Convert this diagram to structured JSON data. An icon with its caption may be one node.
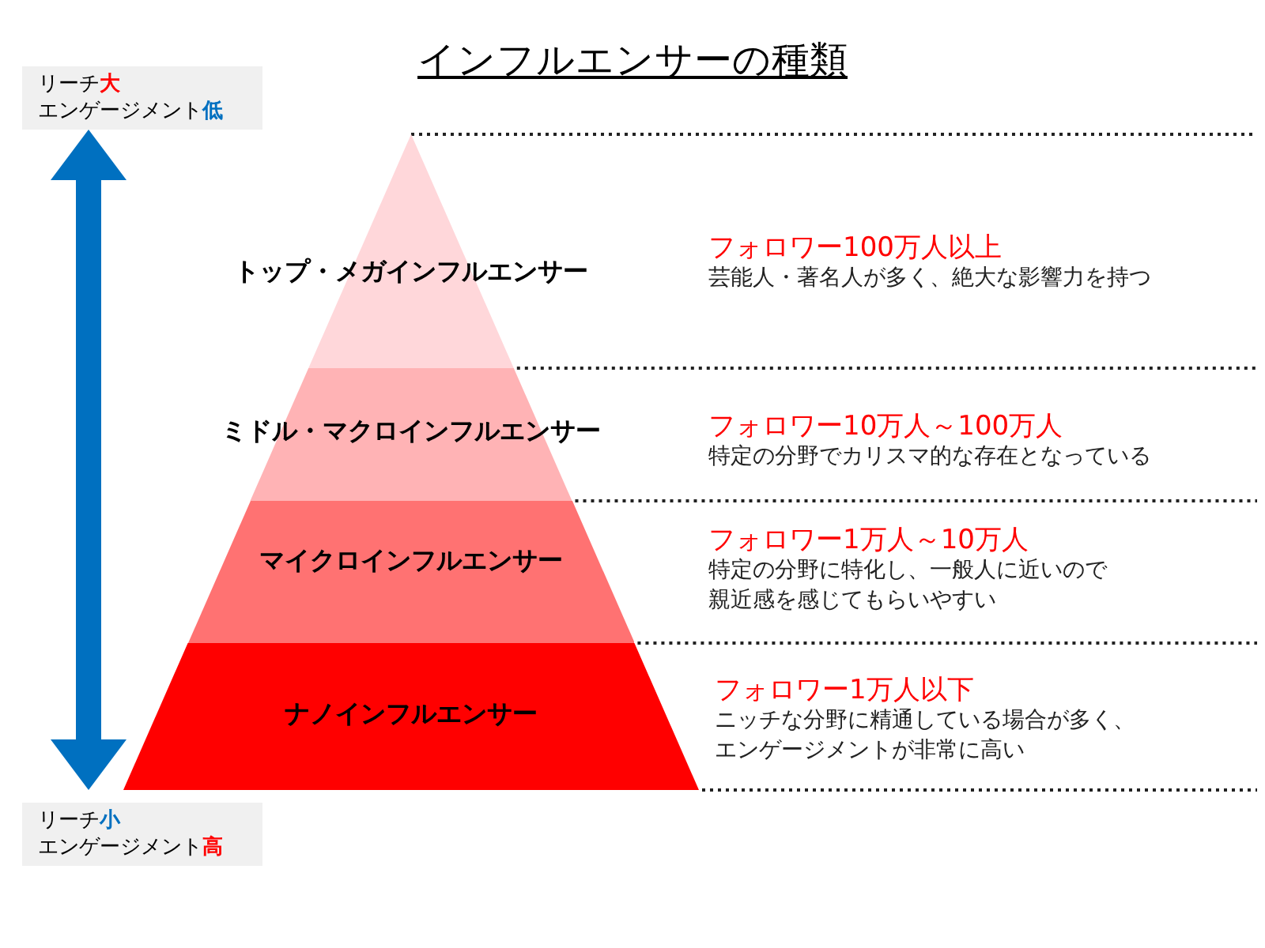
{
  "diagram": {
    "title": "インフルエンサーの種類",
    "nodes": [
      {
        "text": [
          "トップ・メガインフルエンサー"
        ],
        "beside": [
          "フォロワー100万人以上",
          "芸能人・著名人が多く、絶大な影響力を持つ"
        ]
      },
      {
        "text": [
          "ミドル・マクロインフルエンサー"
        ],
        "beside": [
          "フォロワー10万人～100万人",
          "特定の分野でカリスマ的な存在となっている"
        ]
      },
      {
        "text": [
          "マイクロインフルエンサー"
        ],
        "beside": [
          "フォロワー1万人～10万人",
          "特定の分野に特化し、一般人に近いので親近感を感じてもらいやすい"
        ]
      },
      {
        "text": [
          "ナノインフルエンサー"
        ],
        "beside": [
          "フォロワー1万人以下",
          "ニッチな分野に精通している場合が多く、エンゲージメントが非常に高い"
        ]
      }
    ],
    "edges": [],
    "labels": [
      "リーチ大",
      "エンゲージメント低",
      "リーチ小",
      "エンゲージメント高"
    ]
  }
}
